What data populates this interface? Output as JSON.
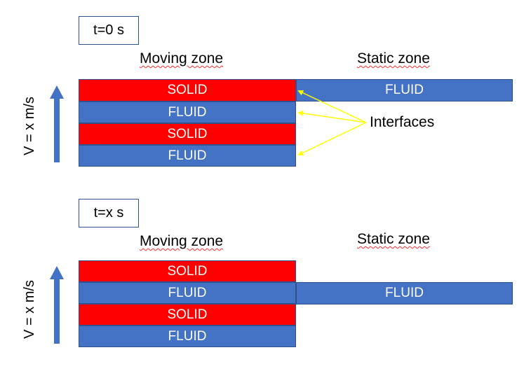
{
  "top_panel": {
    "time_label": "t=0 s",
    "moving_zone_label": "Moving zone",
    "static_zone_label": "Static zone",
    "velocity_label": "V = x m/s",
    "moving_layers": [
      "SOLID",
      "FLUID",
      "SOLID",
      "FLUID"
    ],
    "static_layer": "FLUID",
    "interfaces_label": "Interfaces"
  },
  "bottom_panel": {
    "time_label": "t=x s",
    "moving_zone_label": "Moving zone",
    "static_zone_label": "Static zone",
    "velocity_label": "V = x m/s",
    "moving_layers": [
      "SOLID",
      "FLUID",
      "SOLID",
      "FLUID"
    ],
    "static_layer": "FLUID"
  },
  "colors": {
    "solid": "#ff0000",
    "fluid": "#4472c4",
    "interface_arrows": "#ffff00",
    "velocity_arrow": "#4472c4"
  }
}
